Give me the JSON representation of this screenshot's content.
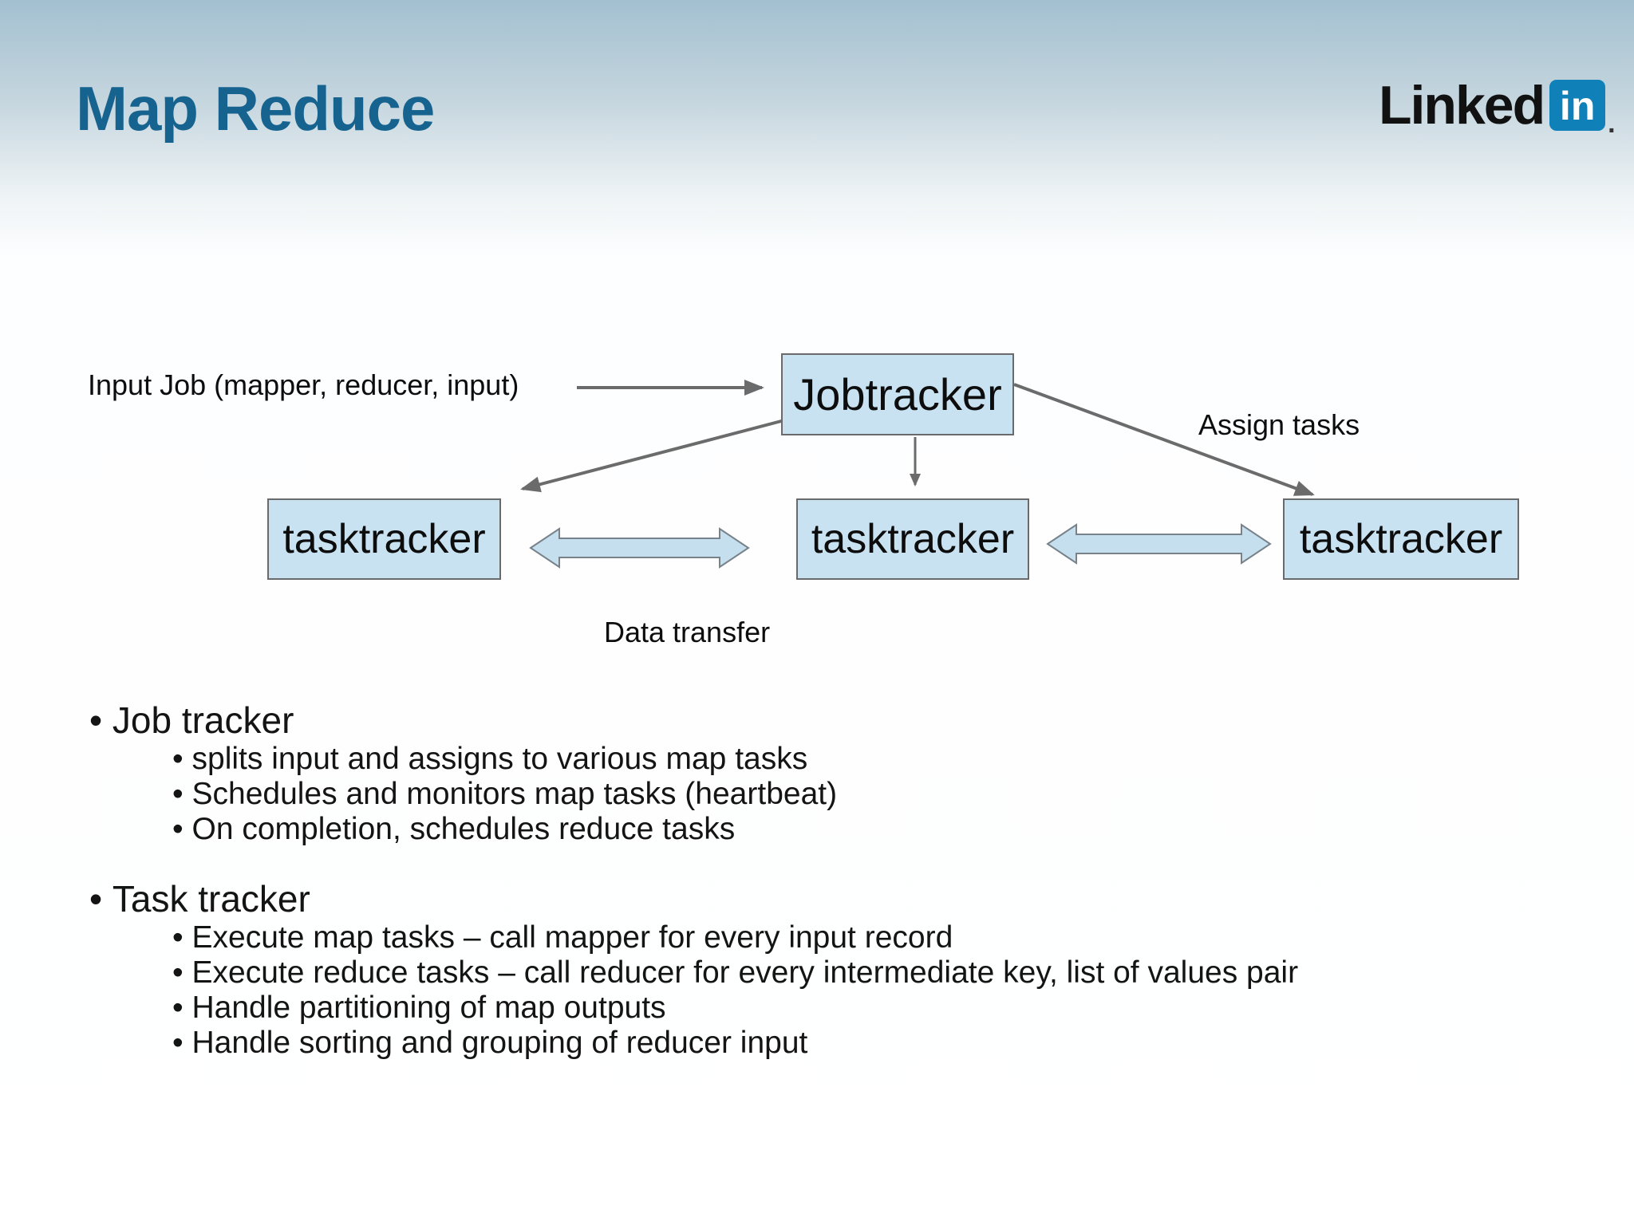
{
  "slide": {
    "title": "Map Reduce",
    "logo": {
      "word": "Linked",
      "badge": "in",
      "mark": "."
    },
    "diagram": {
      "input_label": "Input Job (mapper, reducer, input)",
      "assign_label": "Assign tasks",
      "data_transfer_label": "Data transfer",
      "jobtracker": "Jobtracker",
      "tasktrackers": [
        "tasktracker",
        "tasktracker",
        "tasktracker"
      ]
    },
    "bullets": [
      {
        "heading": "Job tracker",
        "items": [
          "splits input and assigns to various map tasks",
          "Schedules and monitors map tasks (heartbeat)",
          "On completion, schedules reduce tasks"
        ]
      },
      {
        "heading": "Task tracker",
        "items": [
          "Execute map tasks – call mapper for every input record",
          "Execute reduce tasks – call reducer for every intermediate key, list of values pair",
          "Handle partitioning of map outputs",
          "Handle sorting and grouping of reducer input"
        ]
      }
    ],
    "colors": {
      "title_blue": "#16638f",
      "box_fill": "#c8e2f2",
      "box_border": "#6a6a6a",
      "connector_gray": "#6b6b6b",
      "double_arrow_fill": "#c5dfef",
      "linkedin_blue": "#0f80b8",
      "background_top": "#a3c0d0"
    }
  }
}
